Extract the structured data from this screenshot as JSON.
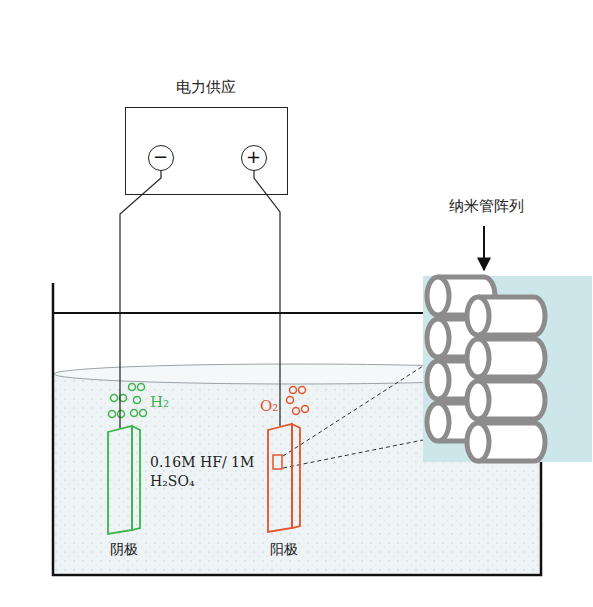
{
  "diagram": {
    "nodes": [
      {
        "text": [
          "电力供应"
        ]
      },
      {
        "text": [
          "−"
        ],
        "in": 0
      },
      {
        "text": [
          "+"
        ],
        "in": 0
      },
      {
        "text": [
          "阴极"
        ]
      },
      {
        "text": [
          "阳极"
        ]
      }
    ],
    "edges": [
      {
        "from": 1,
        "to": 3,
        "arrow": "none"
      },
      {
        "from": 2,
        "to": 4,
        "arrow": "none"
      }
    ],
    "labels": [
      "H₂",
      "O₂",
      "0.16M HF/ 1M H₂SO₄",
      "纳米管阵列"
    ]
  }
}
